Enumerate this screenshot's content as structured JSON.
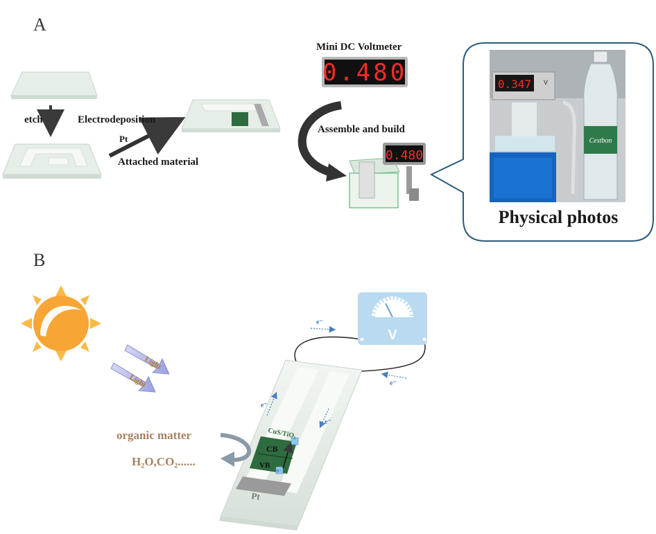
{
  "panels": {
    "a": "A",
    "b": "B"
  },
  "panel_a": {
    "etch_label": "etch",
    "electrodeposition_label": "Electrodeposition",
    "pt_label": "Pt",
    "attached_material_label": "Attached material",
    "voltmeter_title": "Mini DC Voltmeter",
    "voltmeter_reading": "0.480",
    "assemble_label": "Assemble and build",
    "small_meter_reading": "0.480",
    "photo_meter_reading": "0.347",
    "photo_meter_unit": "V",
    "bottle_brand": "Cestbon",
    "physical_photos_label": "Physical photos"
  },
  "panel_b": {
    "light_label_1": "Light",
    "light_label_2": "Light",
    "voltmeter_symbol": "V",
    "electron_label": "e⁻",
    "material_label": "CuS/TiO₂",
    "cb_label": "CB",
    "vb_label": "VB",
    "hole_label": "h⁺",
    "organic_matter_label": "organic matter",
    "products_label": "H₂O,CO₂......",
    "pt_label": "Pt"
  },
  "colors": {
    "glass": "#e9efea",
    "green_material": "#2e6b3e",
    "sun": "#f7a534",
    "meter_blue": "#b9daf0",
    "products_brown": "#a68261",
    "callout_border": "#2b5a7a",
    "segment_red": "#ff2a2a"
  }
}
